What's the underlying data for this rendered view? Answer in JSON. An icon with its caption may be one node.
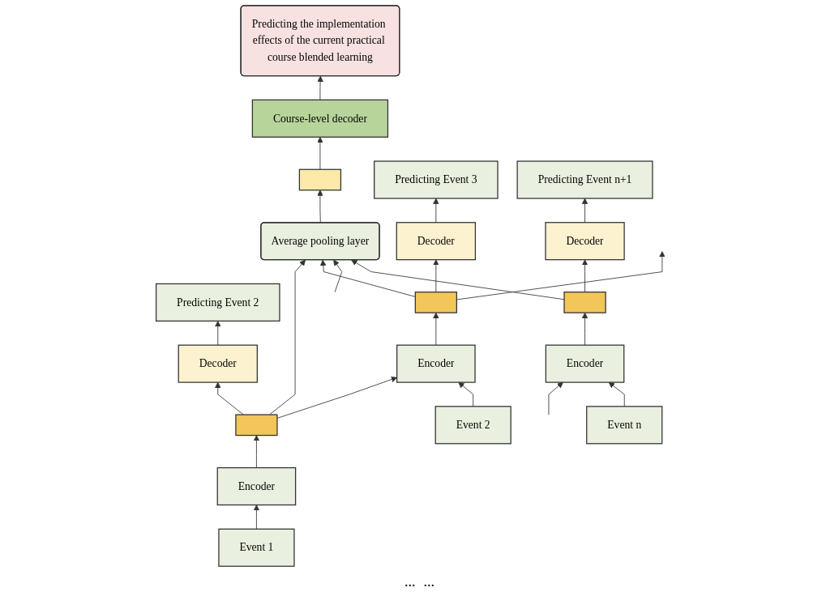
{
  "diagram": {
    "nodes": [
      {
        "text": [
          "Predicting the implementation effects of the current practical course blended learning"
        ]
      },
      {
        "text": [
          "Course-level decoder"
        ]
      },
      {
        "text": [],
        "shape": "bar"
      },
      {
        "text": [
          "Average pooling layer"
        ]
      },
      {
        "text": [
          "Predicting Event 2"
        ]
      },
      {
        "text": [
          "Decoder"
        ]
      },
      {
        "text": [],
        "shape": "bar"
      },
      {
        "text": [
          "Encoder"
        ]
      },
      {
        "text": [
          "Event 1"
        ]
      },
      {
        "text": [
          "Predicting Event 3"
        ]
      },
      {
        "text": [
          "Decoder"
        ]
      },
      {
        "text": [],
        "shape": "bar"
      },
      {
        "text": [
          "Encoder"
        ]
      },
      {
        "text": [
          "Event 2"
        ]
      },
      {
        "text": [
          "Predicting Event n+1"
        ]
      },
      {
        "text": [
          "Decoder"
        ]
      },
      {
        "text": [],
        "shape": "bar"
      },
      {
        "text": [
          "Encoder"
        ]
      },
      {
        "text": [
          "Event n"
        ]
      }
    ],
    "edges": [
      {
        "from": 1,
        "to": 0,
        "arrow": "to"
      },
      {
        "from": 2,
        "to": 1,
        "arrow": "to"
      },
      {
        "from": 3,
        "to": 2,
        "arrow": "to"
      },
      {
        "from": 8,
        "to": 7,
        "arrow": "to"
      },
      {
        "from": 7,
        "to": 6,
        "arrow": "to"
      },
      {
        "from": 6,
        "to": 5,
        "arrow": "to"
      },
      {
        "from": 5,
        "to": 4,
        "arrow": "to"
      },
      {
        "from": 6,
        "to": 3,
        "arrow": "to"
      },
      {
        "from": 6,
        "to": 12,
        "arrow": "to"
      },
      {
        "from": 13,
        "to": 12,
        "arrow": "to"
      },
      {
        "from": 12,
        "to": 11,
        "arrow": "to"
      },
      {
        "from": 11,
        "to": 10,
        "arrow": "to"
      },
      {
        "from": 10,
        "to": 9,
        "arrow": "to"
      },
      {
        "from": 11,
        "to": 3,
        "arrow": "to"
      },
      {
        "from": 11,
        "to": null,
        "arrow": "to"
      },
      {
        "from": null,
        "to": 3,
        "arrow": "to"
      },
      {
        "from": null,
        "to": 17,
        "arrow": "to"
      },
      {
        "from": 18,
        "to": 17,
        "arrow": "to"
      },
      {
        "from": 17,
        "to": 16,
        "arrow": "to"
      },
      {
        "from": 16,
        "to": 15,
        "arrow": "to"
      },
      {
        "from": 15,
        "to": 14,
        "arrow": "to"
      },
      {
        "from": 16,
        "to": 3,
        "arrow": "to"
      }
    ],
    "labels": [
      "...",
      "..."
    ]
  }
}
